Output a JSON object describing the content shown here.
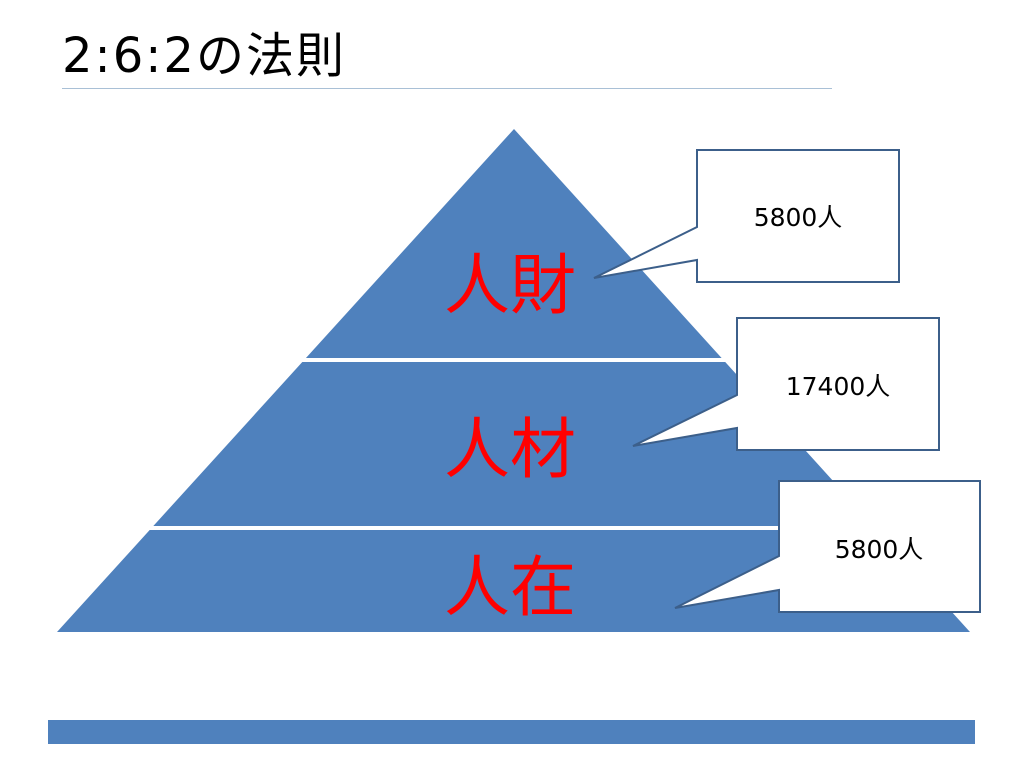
{
  "slide": {
    "title": "2:6:2の法則"
  },
  "pyramid": {
    "fill_color": "#4f81bd",
    "divider_color": "#ffffff",
    "label_color": "#ff0000",
    "tiers": [
      {
        "label": "人財",
        "count": "5800人"
      },
      {
        "label": "人材",
        "count": "17400人"
      },
      {
        "label": "人在",
        "count": "5800人"
      }
    ]
  },
  "footer": {
    "bar_color": "#4f81bd"
  }
}
